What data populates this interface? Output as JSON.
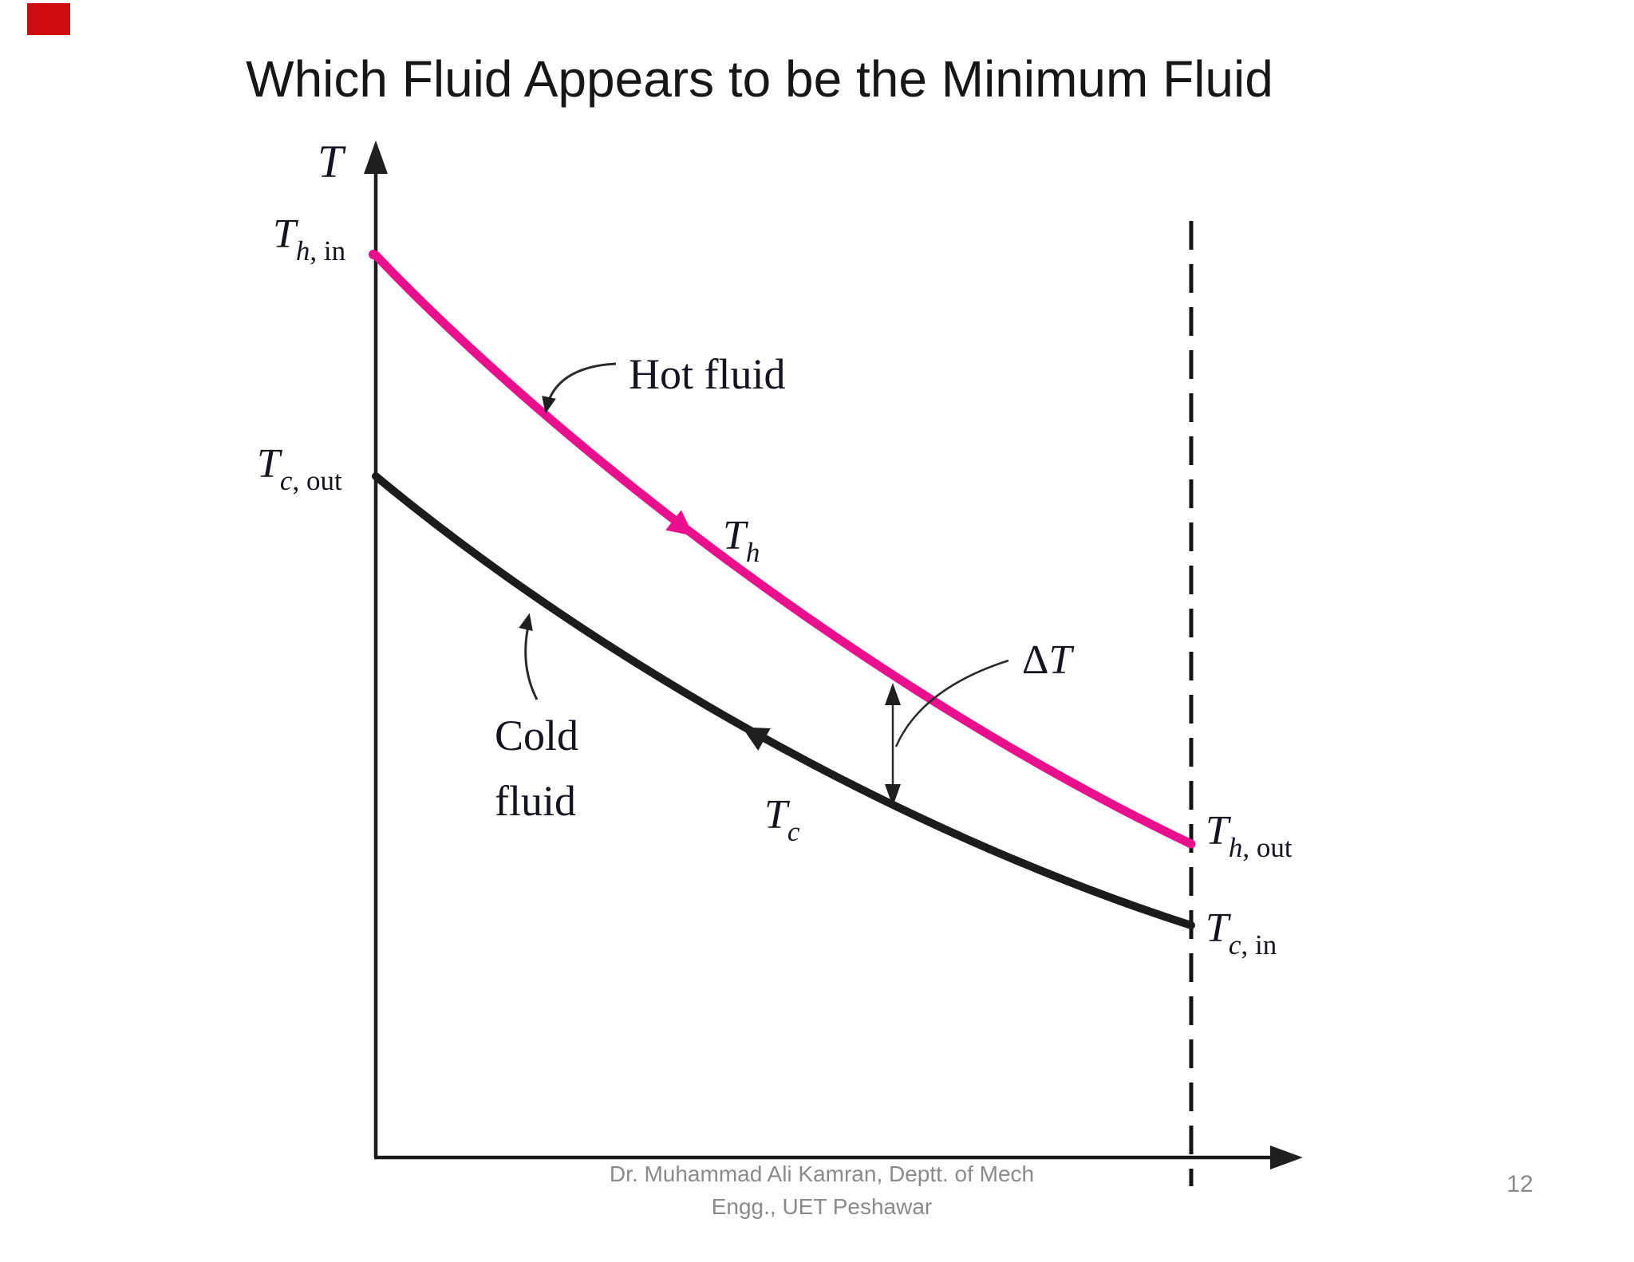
{
  "slide": {
    "title": "Which Fluid Appears to be the Minimum Fluid",
    "footer": {
      "line1": "Dr. Muhammad Ali Kamran, Deptt. of Mech",
      "line2": "Engg., UET Peshawar"
    },
    "page_number": "12"
  },
  "diagram": {
    "type": "qualitative-temperature-profile",
    "description": "Counter-flow heat exchanger temperature distribution: hot fluid temperature falls along the exchanger, cold fluid (flowing opposite direction) temperature rises from right to left; dashed line marks outlet end",
    "y_axis_label": "T",
    "labels": {
      "th_in": {
        "main": "T",
        "sub_letter": "h",
        "sub_rest": ", in"
      },
      "tc_out": {
        "main": "T",
        "sub_letter": "c",
        "sub_rest": ", out"
      },
      "hot_fluid": "Hot fluid",
      "cold_fluid_line1": "Cold",
      "cold_fluid_line2": "fluid",
      "th": {
        "main": "T",
        "sub_letter": "h",
        "sub_rest": ""
      },
      "tc": {
        "main": "T",
        "sub_letter": "c",
        "sub_rest": ""
      },
      "delta_t": {
        "delta": "Δ",
        "t": "T"
      },
      "th_out": {
        "main": "T",
        "sub_letter": "h",
        "sub_rest": ", out"
      },
      "tc_in": {
        "main": "T",
        "sub_letter": "c",
        "sub_rest": ", in"
      }
    },
    "colors": {
      "hot_curve": "#e8108c",
      "cold_curve": "#1c1c1c",
      "accent_red": "#ce0b0d",
      "footer_gray": "#8a8a8a"
    }
  }
}
